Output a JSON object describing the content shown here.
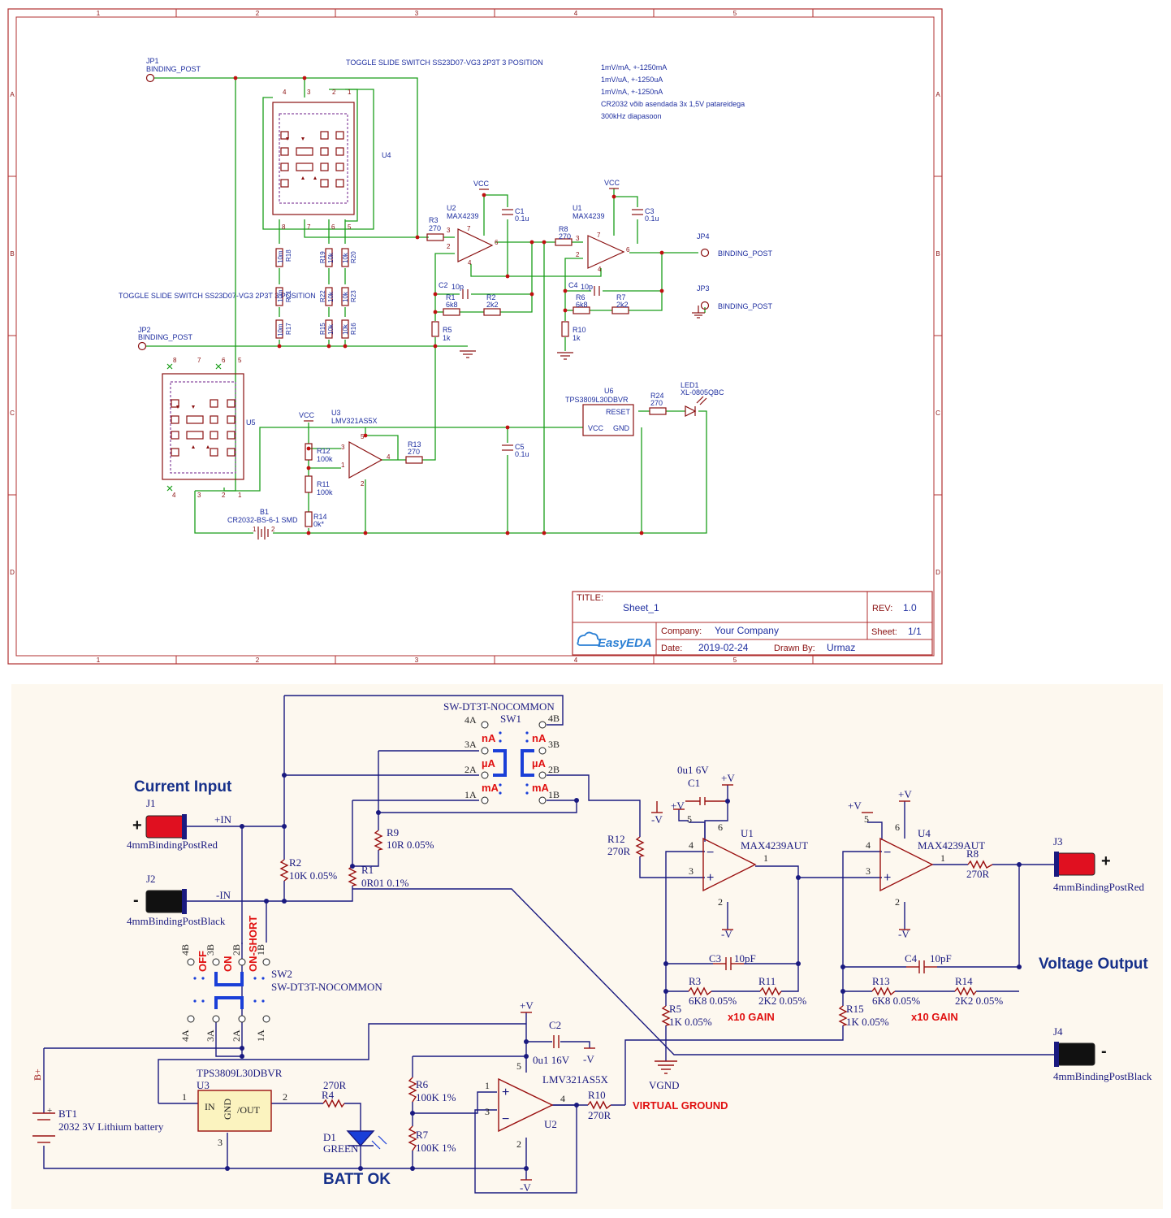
{
  "top": {
    "notes": [
      "1mV/mA, +-1250mA",
      "1mV/uA, +-1250uA",
      "1mV/nA, +-1250nA",
      "CR2032 võib asendada 3x 1,5V patareidega",
      "300kHz diapasoon"
    ],
    "switch_label": "TOGGLE SLIDE SWITCH SS23D07-VG3 2P3T 3 POSITION",
    "switch_label2": "TOGGLE SLIDE SWITCH SS23D07-VG3 2P3T 3 POSITION",
    "jp1": "JP1",
    "jp1_sub": "BINDING_POST",
    "jp2": "JP2",
    "jp2_sub": "BINDING_POST",
    "jp3": "JP3",
    "jp3_sub": "BINDING_POST",
    "jp4": "JP4",
    "jp4_sub": "BINDING_POST",
    "u4": "U4",
    "u5": "U5",
    "u2": "U2",
    "u2_part": "MAX4239",
    "u1": "U1",
    "u1_part": "MAX4239",
    "u3": "U3",
    "u3_part": "LMV321AS5X",
    "u6": "U6",
    "u6_part": "TPS3809L30DBVR",
    "u6_reset": "RESET",
    "u6_vcc": "VCC",
    "u6_gnd": "GND",
    "led1": "LED1",
    "led1_part": "XL-0805QBC",
    "b1": "B1",
    "b1_part": "CR2032-BS-6-1 SMD",
    "vcc": "VCC",
    "r3": "R3",
    "r3v": "270",
    "r8": "R8",
    "r8v": "270",
    "r13": "R13",
    "r13v": "270",
    "r24": "R24",
    "r24v": "270",
    "c1": "C1",
    "c1v": "0.1u",
    "c3": "C3",
    "c3v": "0.1u",
    "c5": "C5",
    "c5v": "0.1u",
    "c2": "C2",
    "c2v": "10p",
    "c4": "C4",
    "c4v": "10p",
    "r1": "R1",
    "r1v": "6k8",
    "r2": "R2",
    "r2v": "2k2",
    "r6": "R6",
    "r6v": "6k8",
    "r7": "R7",
    "r7v": "2k2",
    "r5": "R5",
    "r5v": "1k",
    "r10": "R10",
    "r10v": "1k",
    "r12": "R12",
    "r12v": "100k",
    "r11": "R11",
    "r11v": "100k",
    "r14": "R14",
    "r14v": "0k*",
    "r18": "R18",
    "r18v": "10m",
    "r21": "R21",
    "r21v": "10m",
    "r17": "R17",
    "r17v": "10m",
    "r19": "R19",
    "r19v": "10k",
    "r22": "R22",
    "r22v": "10k",
    "r15": "R15",
    "r15v": "10k",
    "r20": "R20",
    "r20v": "10k",
    "r23": "R23",
    "r23v": "10k",
    "r16": "R16",
    "r16v": "10k",
    "grid_cols": [
      "1",
      "2",
      "3",
      "4",
      "5"
    ],
    "grid_rows": [
      "A",
      "B",
      "C",
      "D"
    ],
    "title_block": {
      "title_label": "TITLE:",
      "title": "Sheet_1",
      "rev_label": "REV:",
      "rev": "1.0",
      "company_label": "Company:",
      "company": "Your Company",
      "sheet_label": "Sheet:",
      "sheet": "1/1",
      "date_label": "Date:",
      "date": "2019-02-24",
      "drawn_label": "Drawn By:",
      "drawn": "Urmaz",
      "logo": "EasyEDA"
    }
  },
  "bottom": {
    "current_input": "Current Input",
    "voltage_output": "Voltage Output",
    "virtual_ground": "VIRTUAL GROUND",
    "batt_ok": "BATT OK",
    "gain1": "x10 GAIN",
    "gain2": "x10 GAIN",
    "sw1_part": "SW-DT3T-NOCOMMON",
    "sw1": "SW1",
    "sw2_part": "SW-DT3T-NOCOMMON",
    "sw2": "SW2",
    "sw1_pins": [
      "4A",
      "4B",
      "3A",
      "3B",
      "2A",
      "2B",
      "1A",
      "1B"
    ],
    "sw1_ranges": [
      "nA",
      "nA",
      "µA",
      "µA",
      "mA",
      "mA"
    ],
    "sw2_top_pins": [
      "4B",
      "3B",
      "2B",
      "1B"
    ],
    "sw2_bottom_pins": [
      "4A",
      "3A",
      "2A",
      "1A"
    ],
    "sw2_modes": [
      "OFF",
      "ON",
      "ON-SHORT"
    ],
    "j1": "J1",
    "j1_part": "4mmBindingPostRed",
    "j2": "J2",
    "j2_part": "4mmBindingPostBlack",
    "j3": "J3",
    "j3_part": "4mmBindingPostRed",
    "j4": "J4",
    "j4_part": "4mmBindingPostBlack",
    "plus_in": "+IN",
    "minus_in": "-IN",
    "plus": "+",
    "minus": "-",
    "r2": "R2",
    "r2v": "10K 0.05%",
    "r1": "R1",
    "r1v": "0R01 0.1%",
    "r9": "R9",
    "r9v": "10R 0.05%",
    "r12": "R12",
    "r12v": "270R",
    "r8": "R8",
    "r8v": "270R",
    "r3": "R3",
    "r3v": "6K8 0.05%",
    "r11": "R11",
    "r11v": "2K2 0.05%",
    "r5": "R5",
    "r5v": "1K 0.05%",
    "r13": "R13",
    "r13v": "6K8 0.05%",
    "r14": "R14",
    "r14v": "2K2 0.05%",
    "r15": "R15",
    "r15v": "1K 0.05%",
    "r6": "R6",
    "r6v": "100K 1%",
    "r7": "R7",
    "r7v": "100K 1%",
    "r10": "R10",
    "r10v": "270R",
    "r4": "R4",
    "r4v": "270R",
    "c1": "C1",
    "c1v": "0u1 6V",
    "c2": "C2",
    "c2v": "0u1 16V",
    "c3": "C3",
    "c3v": "10pF",
    "c4": "C4",
    "c4v": "10pF",
    "u1": "U1",
    "u1_part": "MAX4239AUT",
    "u4": "U4",
    "u4_part": "MAX4239AUT",
    "u2": "U2",
    "u2_part": "LMV321AS5X",
    "u3": "U3",
    "u3_part": "TPS3809L30DBVR",
    "u3_in": "IN",
    "u3_gnd": "GND",
    "u3_out": "/OUT",
    "d1": "D1",
    "d1_part": "GREEN",
    "bt1": "BT1",
    "bt1_part": "2032 3V Lithium battery",
    "b_plus": "B+",
    "vplus": "+V",
    "vminus": "-V",
    "vgnd": "VGND"
  }
}
